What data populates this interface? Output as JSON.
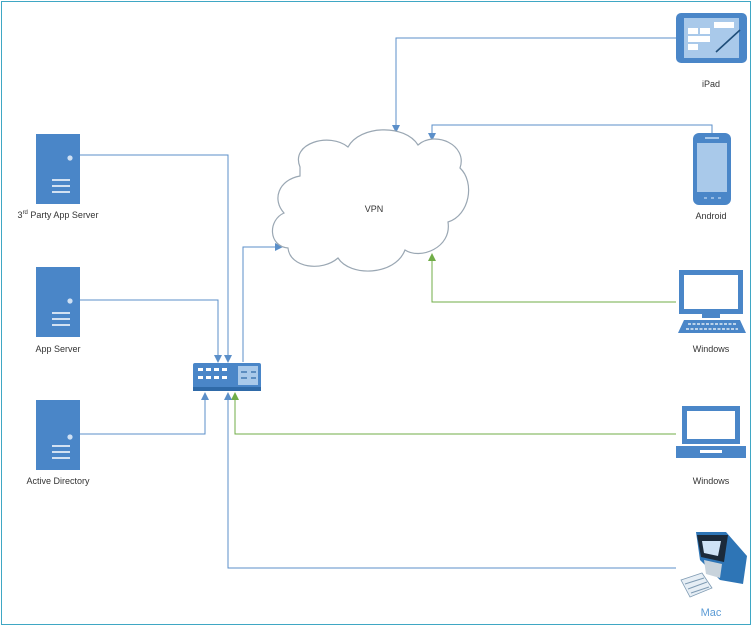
{
  "colors": {
    "device_blue": "#4a86c8",
    "line_blue": "#5b8fc9",
    "line_green": "#70ad47",
    "frame": "#3fa7c4",
    "cloud_stroke": "#9aa7b3"
  },
  "cloud": {
    "label": "VPN",
    "icon": "cloud-icon"
  },
  "switch": {
    "icon": "network-switch-icon"
  },
  "servers": [
    {
      "id": "third-party",
      "label_prefix": "3",
      "label_sup": "rd",
      "label_rest": " Party App Server",
      "icon": "server-icon"
    },
    {
      "id": "app",
      "label": "App Server",
      "icon": "server-icon"
    },
    {
      "id": "ad",
      "label": "Active Directory",
      "icon": "server-icon"
    }
  ],
  "clients": [
    {
      "id": "ipad",
      "label": "iPad",
      "icon": "tablet-icon"
    },
    {
      "id": "android",
      "label": "Android",
      "icon": "smartphone-icon"
    },
    {
      "id": "windows-desktop",
      "label": "Windows",
      "icon": "desktop-icon"
    },
    {
      "id": "windows-laptop",
      "label": "Windows",
      "icon": "laptop-icon"
    },
    {
      "id": "mac",
      "label": "Mac",
      "icon": "mac-computer-icon"
    }
  ],
  "connections": [
    {
      "from": "third-party",
      "to": "switch",
      "color": "blue"
    },
    {
      "from": "app",
      "to": "switch",
      "color": "blue"
    },
    {
      "from": "ad",
      "to": "switch",
      "color": "blue"
    },
    {
      "from": "switch",
      "to": "cloud",
      "color": "blue"
    },
    {
      "from": "ipad",
      "to": "cloud",
      "color": "blue"
    },
    {
      "from": "android",
      "to": "cloud",
      "color": "blue"
    },
    {
      "from": "windows-desktop",
      "to": "cloud",
      "color": "green"
    },
    {
      "from": "windows-laptop",
      "to": "switch",
      "color": "green"
    },
    {
      "from": "mac",
      "to": "switch",
      "color": "blue"
    }
  ]
}
